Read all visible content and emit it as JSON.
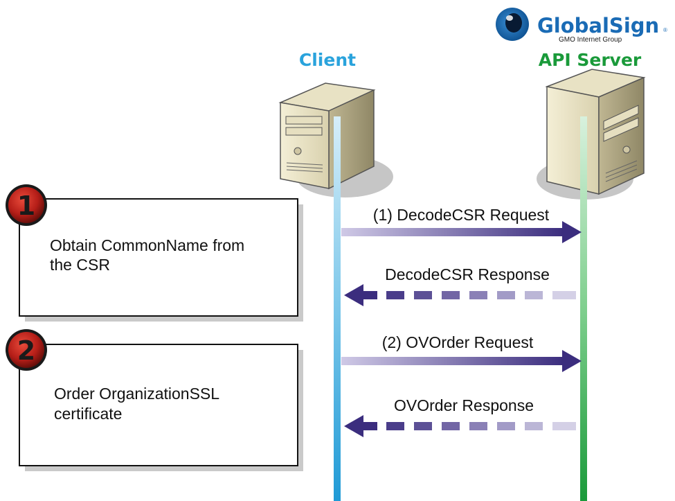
{
  "logo": {
    "brand": "GlobalSign",
    "tagline": "GMO Internet Group",
    "reg_mark": "®"
  },
  "actors": {
    "client": "Client",
    "server": "API Server"
  },
  "steps": [
    {
      "number": "1",
      "text_lines": [
        "Obtain CommonName from",
        "the CSR"
      ]
    },
    {
      "number": "2",
      "text_lines": [
        "Order OrganizationSSL",
        "certificate"
      ]
    }
  ],
  "messages": [
    {
      "label": "(1) DecodeCSR Request",
      "direction": "request"
    },
    {
      "label": "DecodeCSR Response",
      "direction": "response"
    },
    {
      "label": "(2) OVOrder Request",
      "direction": "request"
    },
    {
      "label": "OVOrder Response",
      "direction": "response"
    }
  ],
  "colors": {
    "client_title": "#2aa3dc",
    "server_title": "#1a9a3a",
    "arrow": "#3b2d7e",
    "step_badge": "#c0201c",
    "logo_blue": "#1a6bb5"
  }
}
